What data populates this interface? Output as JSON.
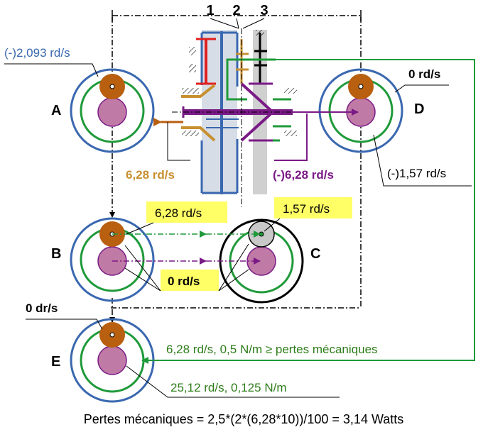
{
  "columns": [
    "1",
    "2",
    "3"
  ],
  "planets": {
    "A": "A",
    "B": "B",
    "C": "C",
    "D": "D",
    "E": "E"
  },
  "labels": {
    "a_speed": "(-)2,093 rd/s",
    "d_speed": "0 rd/s",
    "d_speed2": "(-)1,57 rd/s",
    "left_shaft": "6,28 rd/s",
    "right_shaft": "(-)6,28 rd/s",
    "b_top": "6,28 rd/s",
    "c_top": "1,57 rd/s",
    "bc_mid": "0 rd/s",
    "e_top": "0 dr/s",
    "loop_label": "6,28 rd/s, 0,5 N/m ≥ pertes mécaniques",
    "e_output": "25,12 rd/s, 0,125 N/m",
    "footer": "Pertes mécaniques = 2,5*(2*(6,28*10))/100 = 3,14 Watts"
  },
  "colors": {
    "blue": "#3a68b0",
    "green": "#1f9a3a",
    "orange": "#b85f10",
    "pink": "#c07aa6",
    "purple": "#7a1a86",
    "red": "#e02020",
    "tan": "#c89030",
    "yellow": "#ffff66",
    "grey": "#c8c8c8",
    "panel": "#d7dde6",
    "text_green": "#2e7d1a"
  }
}
